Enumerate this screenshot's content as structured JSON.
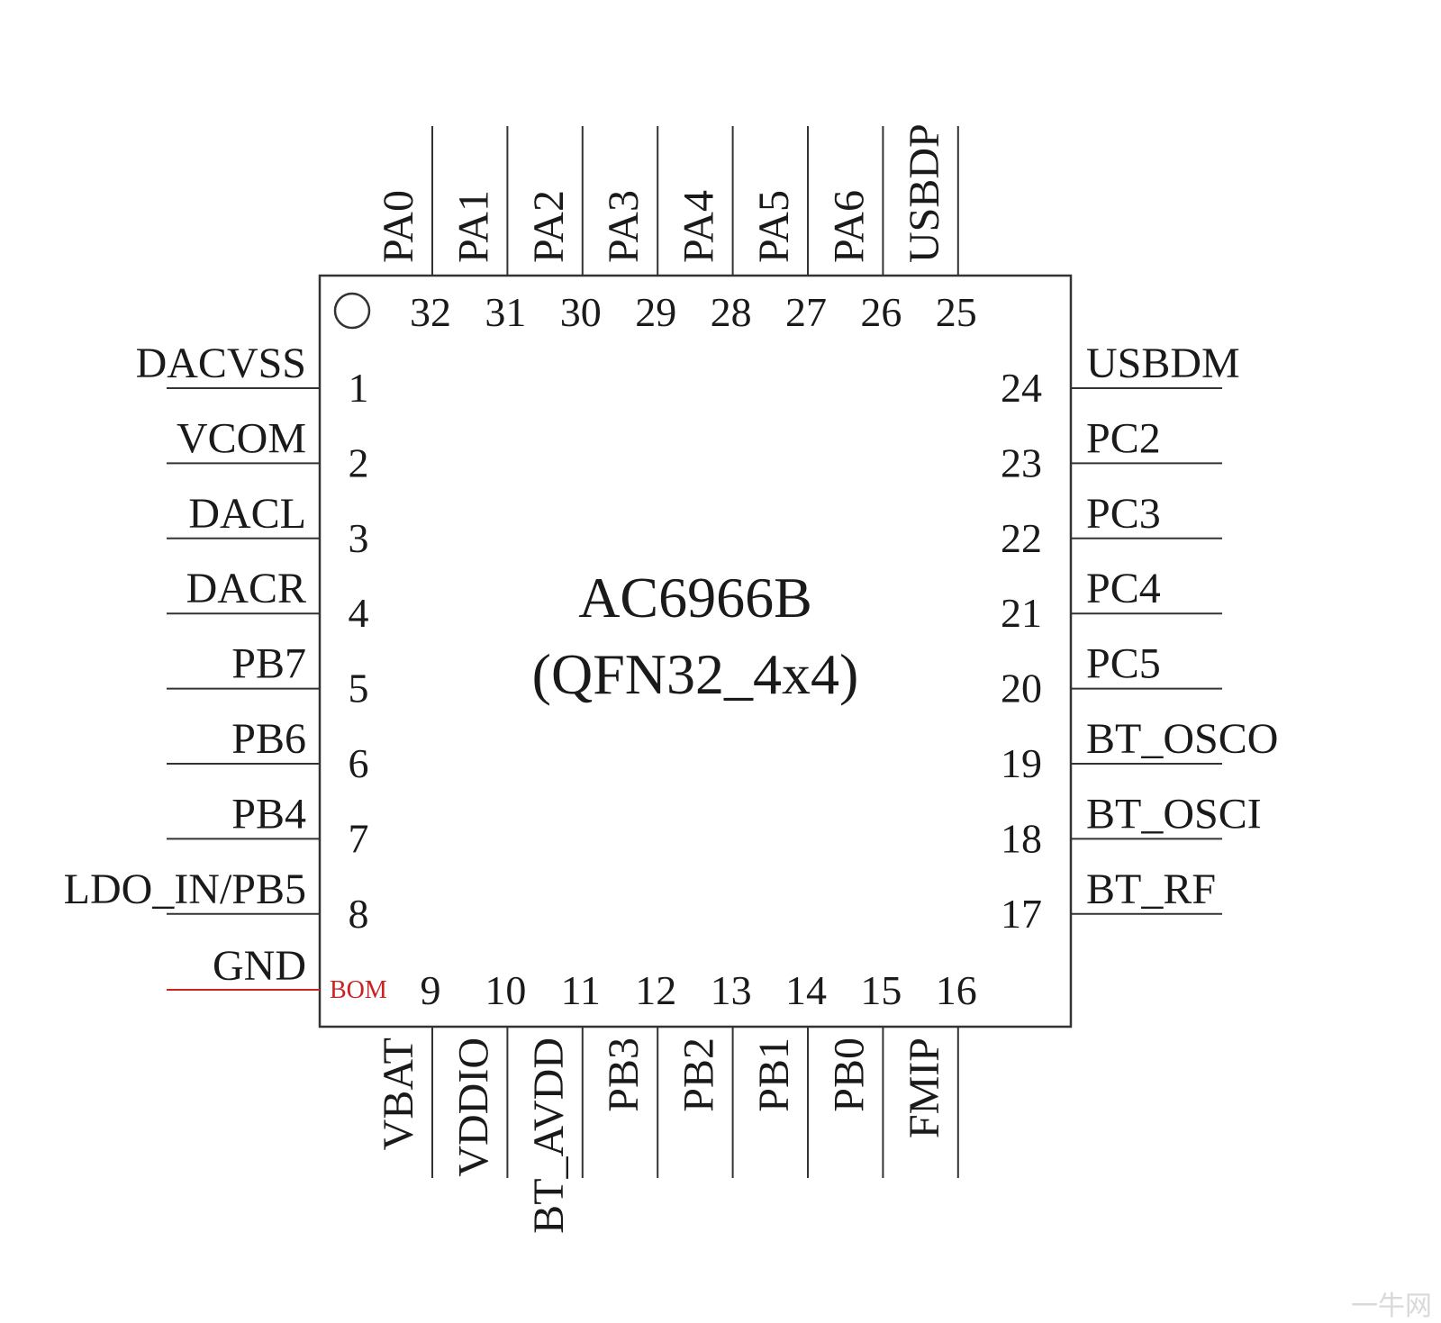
{
  "chip": {
    "name": "AC6966B",
    "package": "(QFN32_4x4)"
  },
  "pins": [
    {
      "num": "1",
      "name": "DACVSS"
    },
    {
      "num": "2",
      "name": "VCOM"
    },
    {
      "num": "3",
      "name": "DACL"
    },
    {
      "num": "4",
      "name": "DACR"
    },
    {
      "num": "5",
      "name": "PB7"
    },
    {
      "num": "6",
      "name": "PB6"
    },
    {
      "num": "7",
      "name": "PB4"
    },
    {
      "num": "8",
      "name": "LDO_IN/PB5"
    },
    {
      "num": "9",
      "name": "VBAT"
    },
    {
      "num": "10",
      "name": "VDDIO"
    },
    {
      "num": "11",
      "name": "BT_AVDD"
    },
    {
      "num": "12",
      "name": "PB3"
    },
    {
      "num": "13",
      "name": "PB2"
    },
    {
      "num": "14",
      "name": "PB1"
    },
    {
      "num": "15",
      "name": "PB0"
    },
    {
      "num": "16",
      "name": "FMIP"
    },
    {
      "num": "17",
      "name": "BT_RF"
    },
    {
      "num": "18",
      "name": "BT_OSCI"
    },
    {
      "num": "19",
      "name": "BT_OSCO"
    },
    {
      "num": "20",
      "name": "PC5"
    },
    {
      "num": "21",
      "name": "PC4"
    },
    {
      "num": "22",
      "name": "PC3"
    },
    {
      "num": "23",
      "name": "PC2"
    },
    {
      "num": "24",
      "name": "USBDM"
    },
    {
      "num": "25",
      "name": "USBDP"
    },
    {
      "num": "26",
      "name": "PA6"
    },
    {
      "num": "27",
      "name": "PA5"
    },
    {
      "num": "28",
      "name": "PA4"
    },
    {
      "num": "29",
      "name": "PA3"
    },
    {
      "num": "30",
      "name": "PA2"
    },
    {
      "num": "31",
      "name": "PA1"
    },
    {
      "num": "32",
      "name": "PA0"
    }
  ],
  "exposed_pad": {
    "name": "GND",
    "tag": "BOM",
    "color": "#cc2222"
  },
  "watermark": "一牛网"
}
